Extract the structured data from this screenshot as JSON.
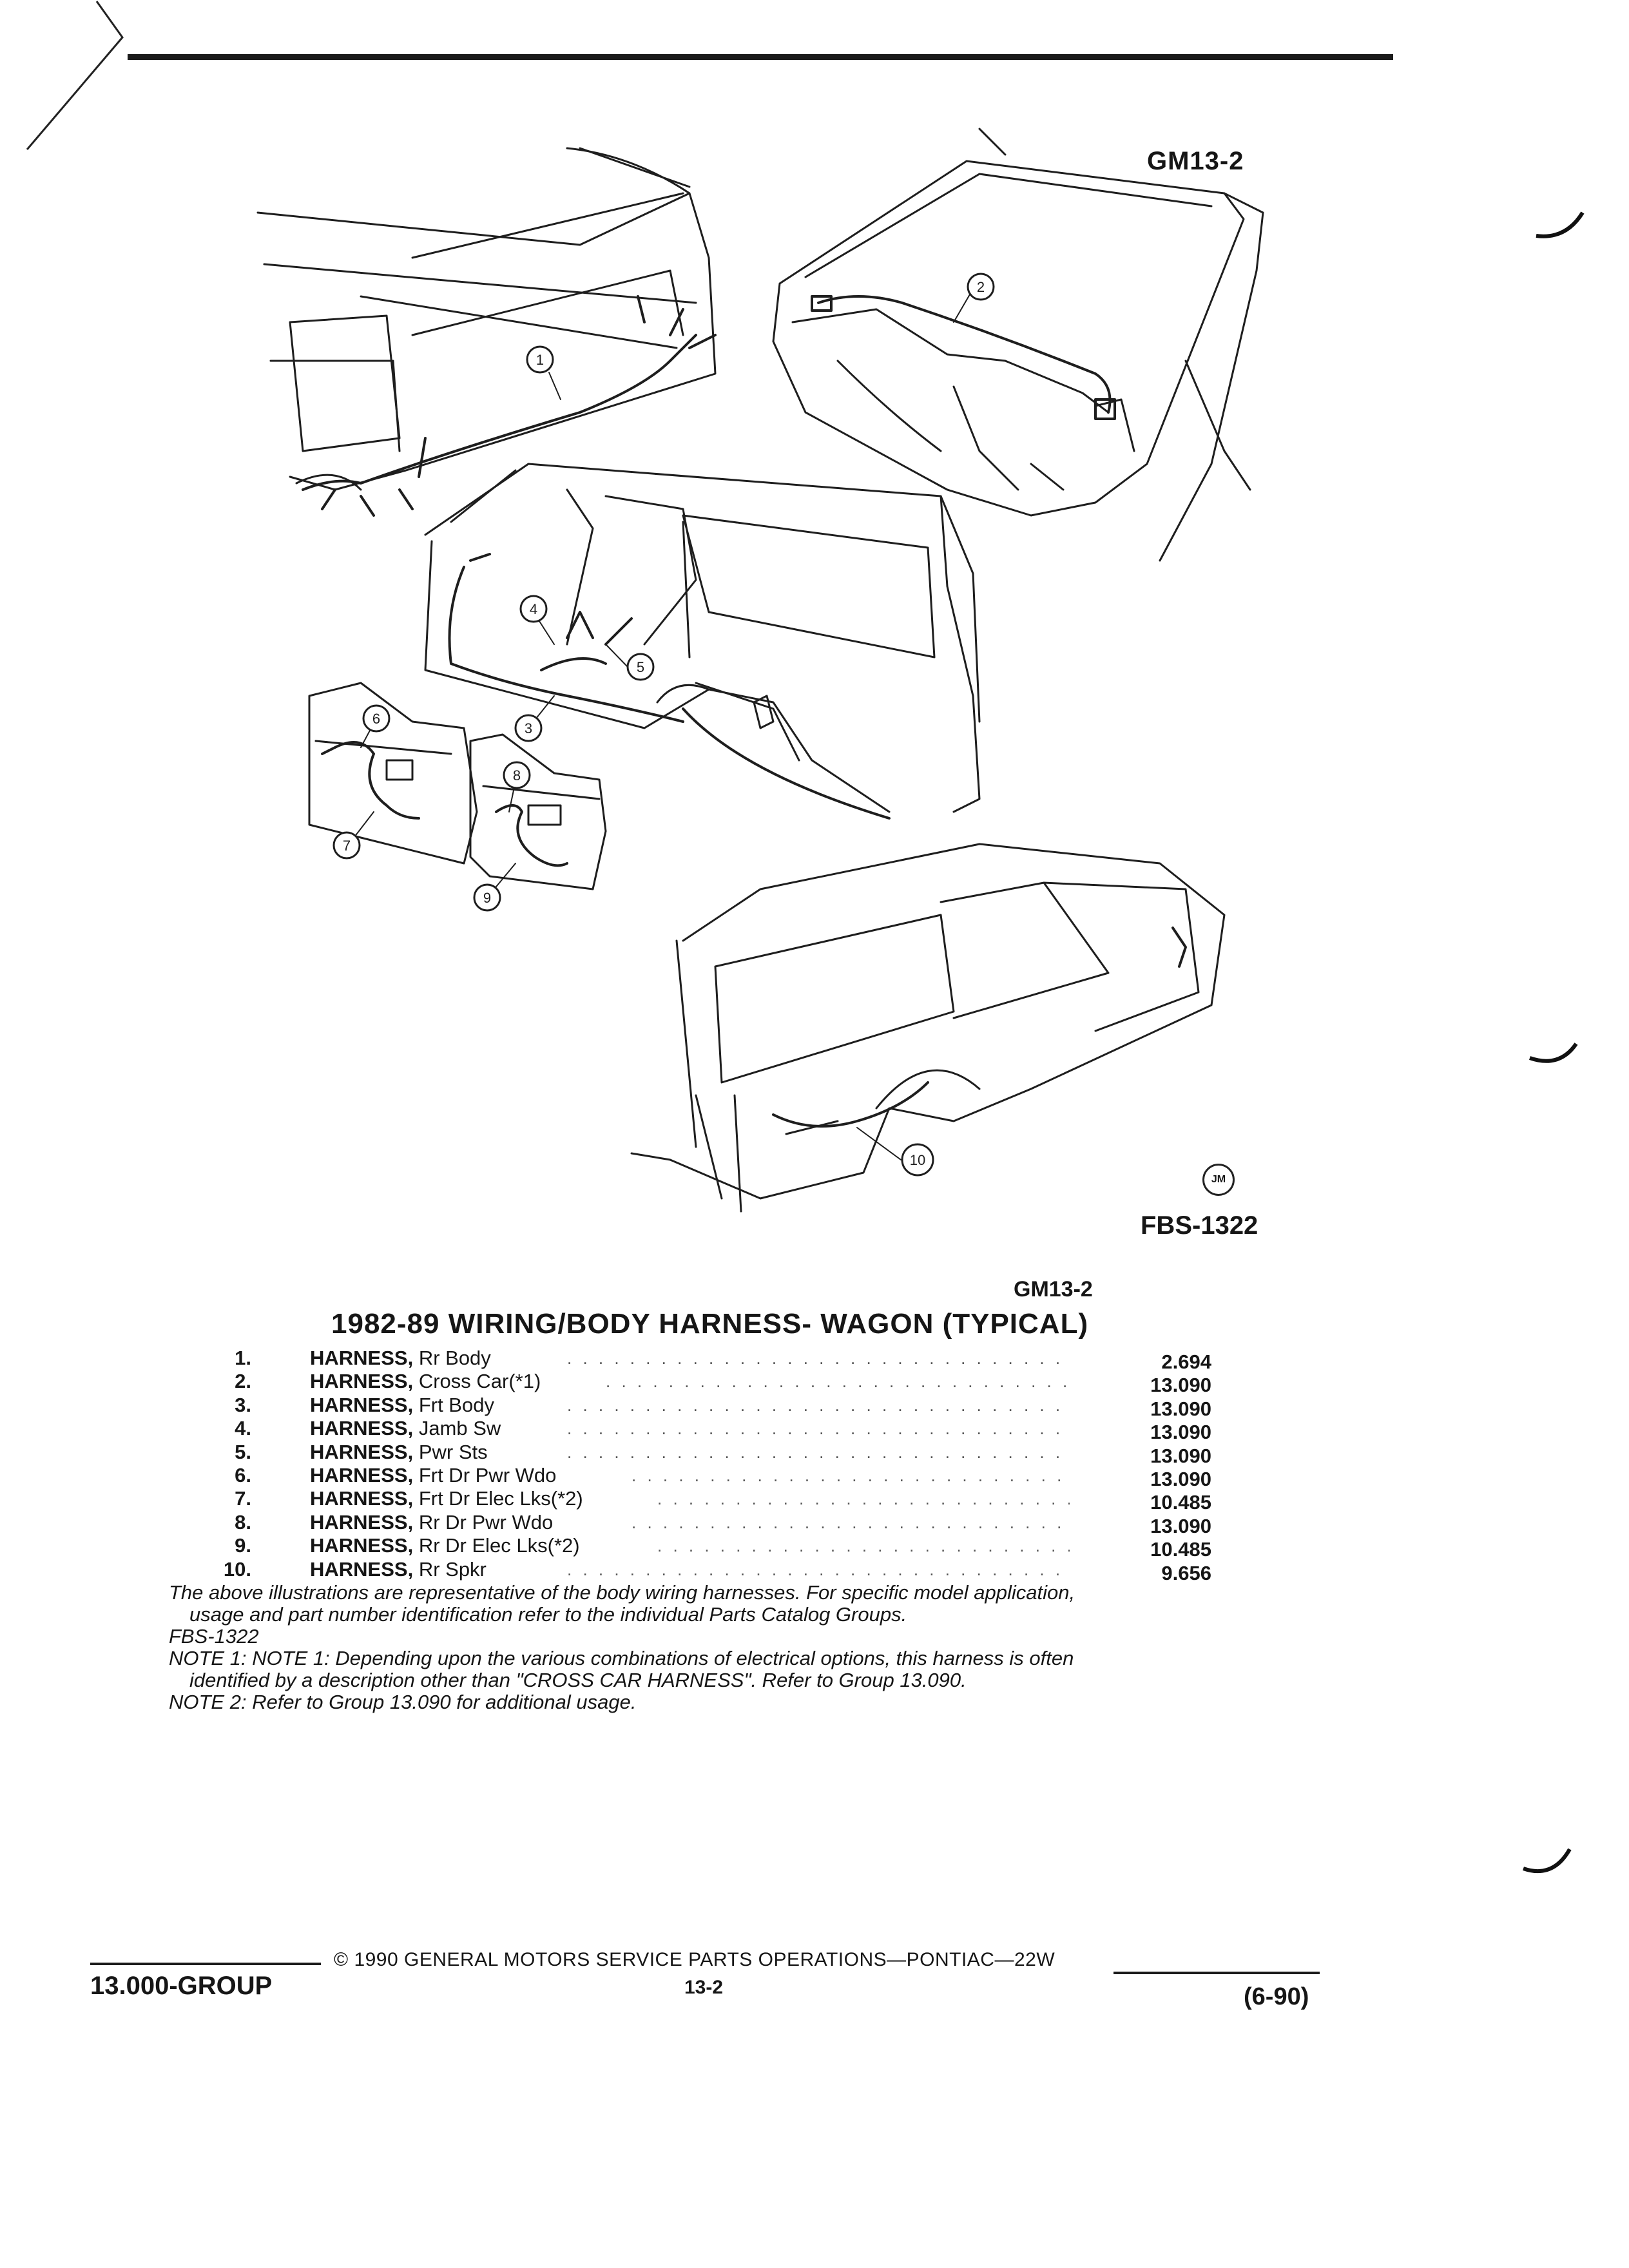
{
  "header": {
    "figure_id": "GM13-2"
  },
  "illustration": {
    "callouts": [
      "1",
      "2",
      "3",
      "4",
      "5",
      "6",
      "7",
      "8",
      "9",
      "10"
    ],
    "fbs_id": "FBS-1322",
    "logo_text": "JM"
  },
  "group_ref": "GM13-2",
  "section_title": "1982-89 WIRING/BODY HARNESS- WAGON (TYPICAL)",
  "parts": [
    {
      "num": "1.",
      "name": "HARNESS,",
      "desc": " Rr Body",
      "group": "2.694"
    },
    {
      "num": "2.",
      "name": "HARNESS,",
      "desc": " Cross Car(*1)",
      "group": "13.090"
    },
    {
      "num": "3.",
      "name": "HARNESS,",
      "desc": " Frt Body",
      "group": "13.090"
    },
    {
      "num": "4.",
      "name": "HARNESS,",
      "desc": " Jamb Sw",
      "group": "13.090"
    },
    {
      "num": "5.",
      "name": "HARNESS,",
      "desc": " Pwr Sts",
      "group": "13.090"
    },
    {
      "num": "6.",
      "name": "HARNESS,",
      "desc": " Frt Dr Pwr Wdo",
      "group": "13.090"
    },
    {
      "num": "7.",
      "name": "HARNESS,",
      "desc": " Frt Dr Elec Lks(*2)",
      "group": "10.485"
    },
    {
      "num": "8.",
      "name": "HARNESS,",
      "desc": " Rr Dr Pwr Wdo",
      "group": "13.090"
    },
    {
      "num": "9.",
      "name": "HARNESS,",
      "desc": " Rr Dr Elec Lks(*2)",
      "group": "10.485"
    },
    {
      "num": "10.",
      "name": "HARNESS,",
      "desc": " Rr Spkr",
      "group": "9.656"
    }
  ],
  "notes": [
    "The above illustrations are representative of the body wiring harnesses. For specific model application,",
    "usage and part number identification refer to the individual Parts Catalog Groups.",
    "FBS-1322",
    "NOTE 1: NOTE 1: Depending upon the various combinations of electrical options, this harness is often",
    "identified by a description other than \"CROSS CAR HARNESS\". Refer to Group 13.090.",
    "NOTE 2: Refer to Group 13.090 for additional usage."
  ],
  "footer": {
    "copyright": "© 1990 GENERAL MOTORS SERVICE PARTS OPERATIONS—PONTIAC—22W",
    "group": "13.000-GROUP",
    "page": "13-2",
    "date": "(6-90)"
  }
}
